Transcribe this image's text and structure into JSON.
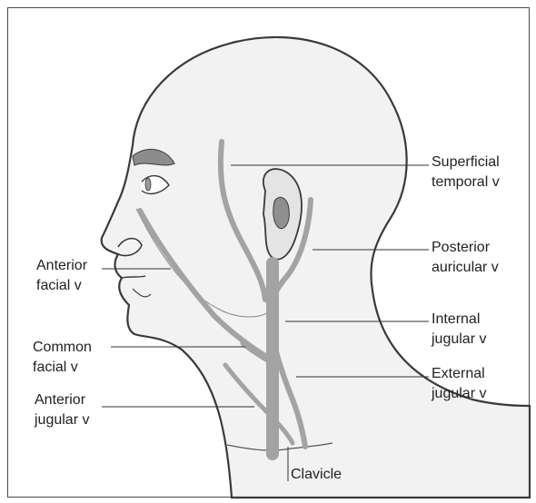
{
  "figure": {
    "labels": {
      "superficial_temporal": [
        "Superficial",
        "temporal v"
      ],
      "posterior_auricular": [
        "Posterior",
        "auricular v"
      ],
      "internal_jugular": [
        "Internal",
        "jugular v"
      ],
      "external_jugular": [
        "External",
        "jugular v"
      ],
      "anterior_facial": [
        "Anterior",
        "facial v"
      ],
      "common_facial": [
        "Common",
        "facial v"
      ],
      "anterior_jugular": [
        "Anterior",
        "jugular v"
      ],
      "clavicle": "Clavicle"
    },
    "colors": {
      "skin": "#f2f2f2",
      "outline": "#3a3a3a",
      "vein": "#a3a3a3",
      "leader": "#333333"
    }
  }
}
